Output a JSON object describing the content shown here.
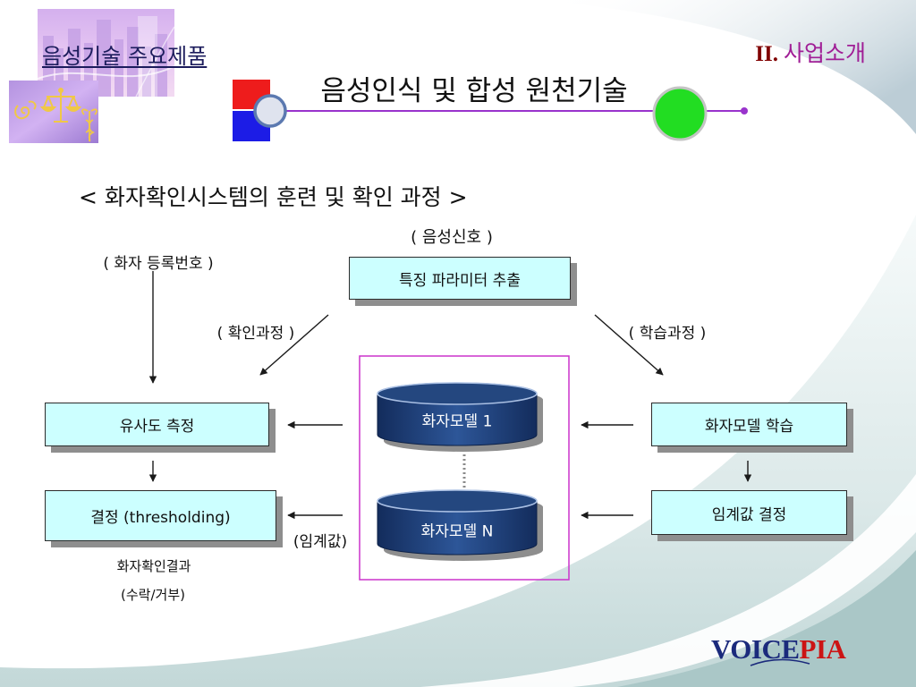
{
  "slide": {
    "section_label": "음성기술 주요제품",
    "chapter_number": "II.",
    "chapter_title": "사업소개",
    "title": "음성인식 및 합성 원천기술"
  },
  "diagram": {
    "subtitle": "< 화자확인시스템의 훈련 및 확인 과정 >",
    "input_signal_label": "( 음성신호 )",
    "speaker_id_label": "( 화자 등록번호 )",
    "feature_extraction": "특징 파라미터 추출",
    "verification_path_label": "( 확인과정 )",
    "training_path_label": "( 학습과정 )",
    "similarity_measure": "유사도 측정",
    "decision": "결정 (thresholding)",
    "threshold_value_label": "(임계값)",
    "result_label": "화자확인결과",
    "result_options": "(수락/거부)",
    "speaker_models": [
      "화자모델 1",
      "화자모델 N"
    ],
    "model_training": "화자모델 학습",
    "threshold_decision": "임계값 결정"
  },
  "logo": {
    "voice": "VOICE",
    "pia": "PIA"
  },
  "icons": {
    "city": "city-skyline-icon",
    "scales": "scales-icon",
    "caduceus": "caduceus-icon"
  },
  "colors": {
    "box_fill": "#ccffff",
    "box_border": "#2b2b2b",
    "box_shadow": "#8e8e8e",
    "cylinder_edge": "#132c5c",
    "cylinder_mid": "#2d5698",
    "cylinder_top": "#24477f",
    "frame": "#cc33cc",
    "title_line": "#9933cc",
    "decor_red": "#ee1c1c",
    "decor_blue": "#1c1ce6",
    "decor_green": "#22dd22",
    "section_label": "#1c1c5c",
    "chapter_number": "#800000",
    "chapter_title": "#a01e96",
    "logo_voice": "#1b2a7c",
    "logo_pia": "#cc1414"
  }
}
